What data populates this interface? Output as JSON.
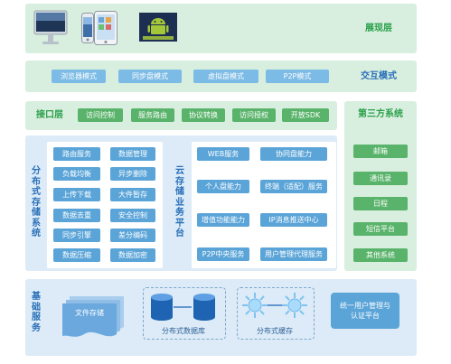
{
  "layers": {
    "presentation": {
      "title": "展现层"
    },
    "interaction": {
      "title": "交互模式",
      "items": [
        "浏览器模式",
        "同步盘模式",
        "虚拟盘模式",
        "P2P模式"
      ]
    },
    "interface": {
      "title": "接口层",
      "items": [
        "访问控制",
        "服务路由",
        "协议转换",
        "访问授权",
        "开放SDK"
      ]
    },
    "third_party": {
      "title": "第三方系统",
      "items": [
        "邮箱",
        "通讯录",
        "日程",
        "短信平台",
        "其他系统"
      ]
    },
    "distributed_storage": {
      "title": "分布式存储系统",
      "items": [
        "路由服务",
        "数据管理",
        "负载均衡",
        "异步删除",
        "上传下载",
        "大件暂存",
        "数据去重",
        "安全控制",
        "同步引擎",
        "差分编码",
        "数据压缩",
        "数据加密"
      ]
    },
    "cloud_business": {
      "title": "云存储业务平台",
      "items": [
        "WEB服务",
        "协同盘能力",
        "个人盘能力",
        "终端（适配）服务",
        "增值功能能力",
        "IP消息推送中心",
        "P2P中央服务",
        "用户管理代理服务"
      ]
    },
    "basic": {
      "title": "基础服务",
      "file_storage": "文件存储",
      "database": "分布式数据库",
      "cache": "分布式缓存",
      "auth": "统一用户管理与认证平台"
    }
  },
  "devices": [
    "desktop-computer-icon",
    "smartphone-icon",
    "tablet-icon",
    "android-logo"
  ],
  "colors": {
    "green_band": "#d8efdf",
    "blue_band": "#dcebf7",
    "pill_blue": "#5aa4d8",
    "pill_green": "#59b36a",
    "title_green": "#2aa04a",
    "title_blue": "#2a6fb8"
  }
}
